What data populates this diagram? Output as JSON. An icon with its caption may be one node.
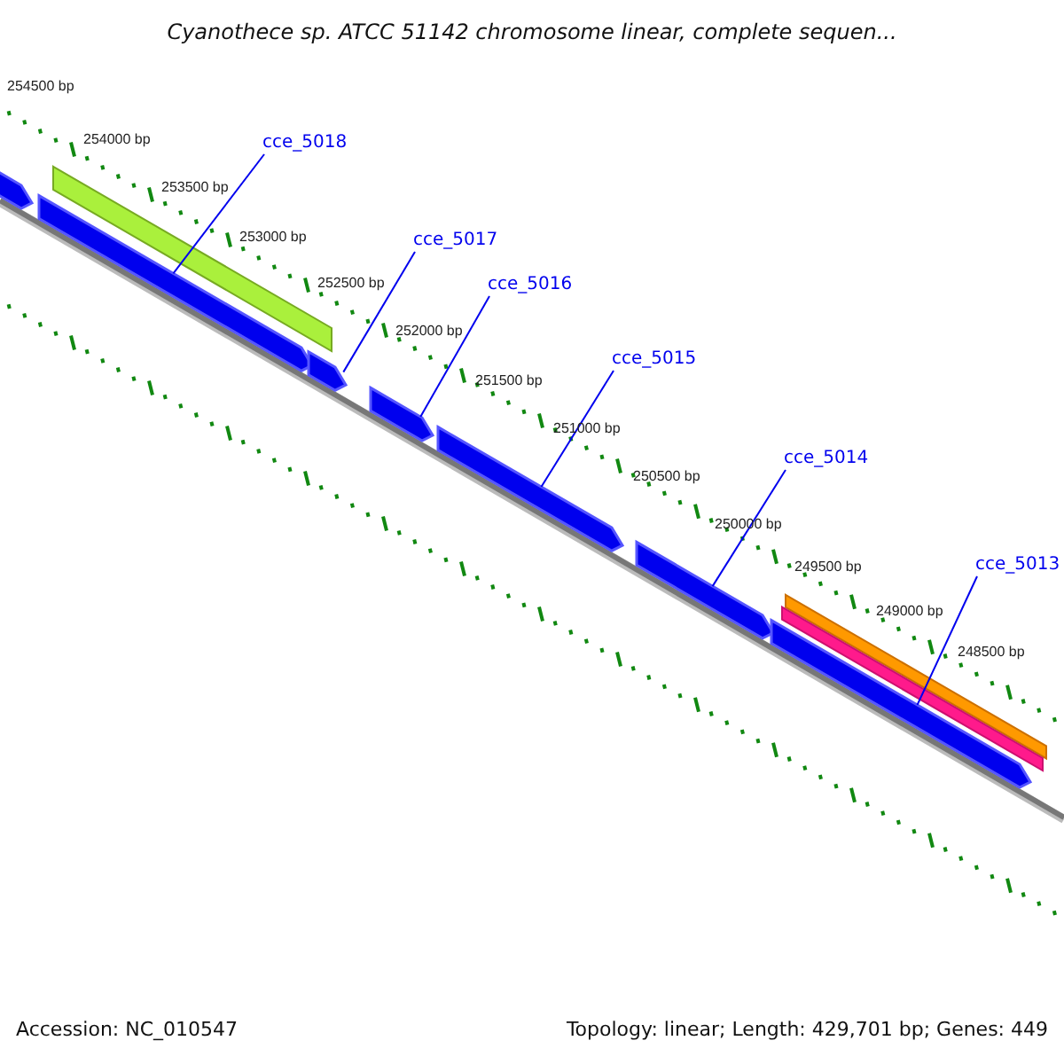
{
  "diagram": {
    "title": "Cyanothece sp. ATCC 51142 chromosome linear, complete sequen...",
    "nodes": [
      {
        "text": [
          "cce_5018"
        ]
      },
      {
        "text": [
          "cce_5017"
        ]
      },
      {
        "text": [
          "cce_5016"
        ]
      },
      {
        "text": [
          "cce_5015"
        ]
      },
      {
        "text": [
          "cce_5014"
        ]
      },
      {
        "text": [
          "cce_5013"
        ]
      },
      {
        "text": [],
        "shape": "arrow"
      },
      {
        "text": [],
        "shape": "arrow"
      },
      {
        "text": [],
        "shape": "arrow"
      },
      {
        "text": [],
        "shape": "arrow"
      },
      {
        "text": [],
        "shape": "arrow"
      },
      {
        "text": [],
        "shape": "arrow"
      },
      {
        "text": [],
        "shape": "arrow"
      }
    ],
    "edges": [
      {
        "from": 0,
        "to": 7,
        "arrow": "none"
      },
      {
        "from": 1,
        "to": 8,
        "arrow": "none"
      },
      {
        "from": 2,
        "to": 9,
        "arrow": "none"
      },
      {
        "from": 3,
        "to": 10,
        "arrow": "none"
      },
      {
        "from": 4,
        "to": 11,
        "arrow": "none"
      },
      {
        "from": 5,
        "to": 12,
        "arrow": "none"
      }
    ],
    "labels": [
      "254500 bp",
      "254000 bp",
      "253500 bp",
      "253000 bp",
      "252500 bp",
      "252000 bp",
      "251500 bp",
      "251000 bp",
      "250500 bp",
      "250000 bp",
      "249500 bp",
      "249000 bp",
      "248500 bp",
      "Accession: NC_010547",
      "Topology: linear; Length: 429,701 bp; Genes: 449"
    ]
  }
}
